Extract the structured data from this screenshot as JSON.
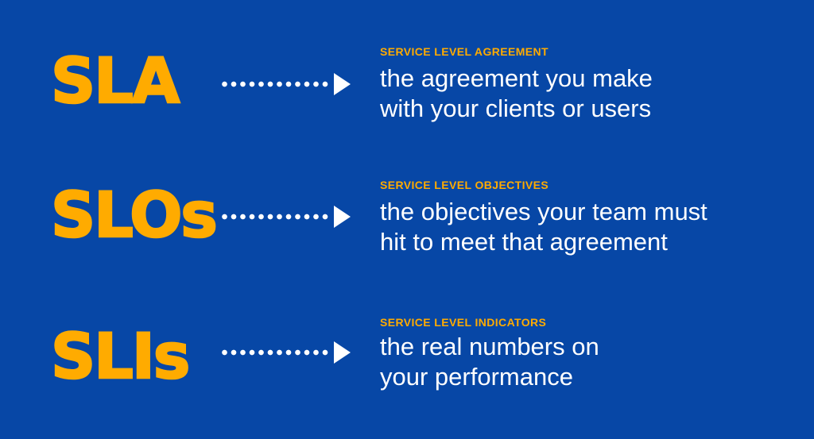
{
  "theme": {
    "background_color": "#0747A6",
    "accent_color": "#FFAB00",
    "text_color": "#FFFFFF",
    "arrow_color": "#FFFFFF"
  },
  "rows": [
    {
      "acronym": "SLA",
      "label": "SERVICE LEVEL AGREEMENT",
      "line1": "the agreement you make",
      "line2": "with your clients or users"
    },
    {
      "acronym": "SLOs",
      "label": "SERVICE LEVEL OBJECTIVES",
      "line1": "the objectives your team must",
      "line2": "hit to meet that agreement"
    },
    {
      "acronym": "SLIs",
      "label": "SERVICE LEVEL INDICATORS",
      "line1": "the real numbers on",
      "line2": "your performance"
    }
  ]
}
